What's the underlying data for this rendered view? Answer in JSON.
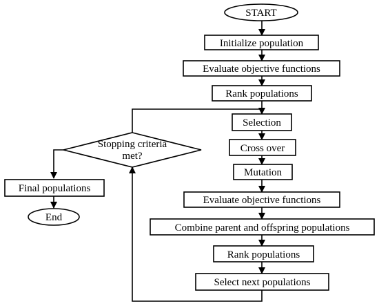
{
  "flowchart": {
    "start": "START",
    "initialize": "Initialize population",
    "evaluate_1": "Evaluate objective functions",
    "rank_1": "Rank populations",
    "selection": "Selection",
    "crossover": "Cross over",
    "mutation": "Mutation",
    "evaluate_2": "Evaluate objective functions",
    "combine": "Combine parent and offspring populations",
    "rank_2": "Rank populations",
    "select_next": "Select next populations",
    "decision_line1": "Stopping criteria",
    "decision_line2": "met?",
    "final": "Final populations",
    "end": "End"
  }
}
